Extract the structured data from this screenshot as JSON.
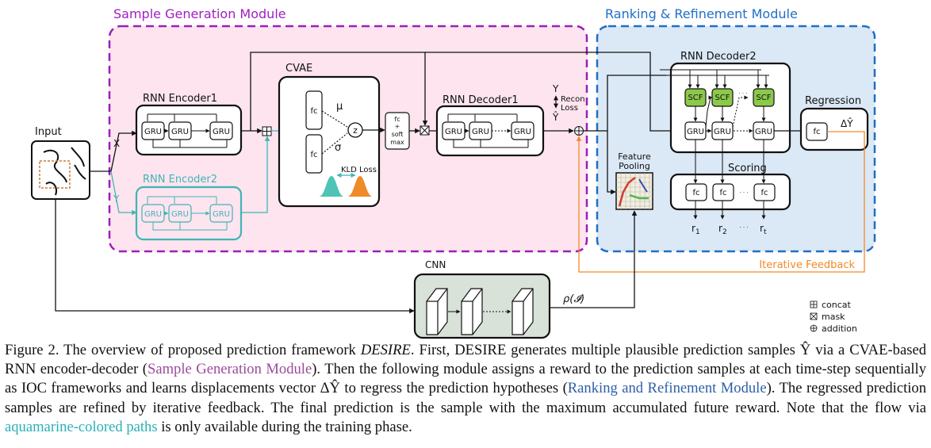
{
  "modules": {
    "sample_generation": "Sample Generation Module",
    "ranking_refinement": "Ranking & Refinement Module"
  },
  "blocks": {
    "input": "Input",
    "rnn_encoder1": "RNN Encoder1",
    "rnn_encoder2": "RNN Encoder2",
    "cvae": "CVAE",
    "rnn_decoder1": "RNN Decoder1",
    "rnn_decoder2": "RNN Decoder2",
    "regression": "Regression",
    "feature_pooling_line1": "Feature",
    "feature_pooling_line2": "Pooling",
    "scoring": "Scoring",
    "cnn": "CNN",
    "iterative_feedback": "Iterative Feedback"
  },
  "units": {
    "gru": "GRU",
    "scf": "SCF",
    "fc": "fc",
    "fc_softmax_1": "fc",
    "fc_softmax_2": "+",
    "fc_softmax_3": "soft",
    "fc_softmax_4": "max",
    "z": "z",
    "dots": "· · ·"
  },
  "labels": {
    "x": "X",
    "y": "Y",
    "mu": "μ",
    "sigma": "σ",
    "kld_loss": "KLD Loss",
    "recon_y": "Y",
    "recon_yhat": "Ŷ",
    "recon_1": "Recon",
    "recon_2": "Loss",
    "delta_yhat": "ΔŶ",
    "rho": "ρ(𝓘)",
    "r1": "r",
    "r1_sub": "1",
    "r2": "r",
    "r2_sub": "2",
    "rt": "r",
    "rt_sub": "t"
  },
  "legend": {
    "concat": "concat",
    "mask": "mask",
    "addition": "addition"
  },
  "caption": {
    "p1": "Figure 2.  The overview of proposed prediction framework ",
    "p2": "DESIRE",
    "p3": ". First, DESIRE generates multiple plausible prediction samples Ŷ via a CVAE-based RNN encoder-decoder (",
    "p4": "Sample Generation Module",
    "p5": "). Then the following module assigns a reward to the prediction samples at each time-step sequentially as IOC frameworks and learns displacements vector ΔŶ to regress the prediction hypotheses (",
    "p6": "Ranking and Refinement Module",
    "p7": "). The regressed prediction samples are refined by iterative feedback. The final prediction is the sample with the maximum accumulated future reward. Note that the flow via ",
    "p8": "aquamarine-colored paths",
    "p9": " is only available during the training phase."
  },
  "colors": {
    "purple": "#9b1fb8",
    "pink_fill": "#fde4ef",
    "blue": "#1f6fc6",
    "blue_fill": "#dbe8f5",
    "teal": "#3fb5b5",
    "orange": "#f08a28",
    "green_scf": "#8bc94a",
    "cnn_fill": "#d8e2d8"
  }
}
